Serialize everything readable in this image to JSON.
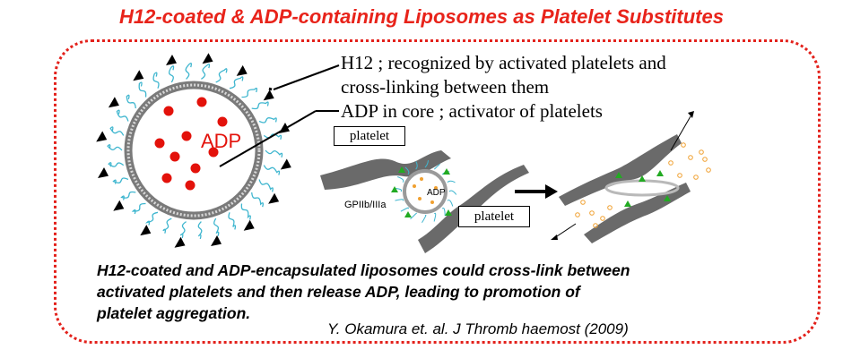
{
  "title": "H12-coated & ADP-containing Liposomes as Platelet Substitutes",
  "labels": {
    "h12_line1": "H12 ; recognized by activated platelets and",
    "h12_line2": "cross-linking between them",
    "adp_core": "ADP in core ; activator of platelets",
    "liposome_core": "ADP",
    "small_core": "ADP",
    "platelet_top": "platelet",
    "platelet_bottom": "platelet",
    "receptor": "GPIIb/IIIa"
  },
  "caption": {
    "line1": "H12-coated and ADP-encapsulated liposomes could cross-link between",
    "line2": "activated platelets and then release ADP, leading to promotion of",
    "line3": "platelet aggregation."
  },
  "citation": "Y. Okamura et. al. J Thromb haemost (2009)",
  "colors": {
    "title": "#e8231a",
    "frame": "#e3211b",
    "adp_dots": "#e3120b",
    "h12_chains": "#3fb6cf",
    "platelet": "#6a6a6a",
    "receptor": "#22aa22",
    "released_adp": "#f0a030"
  }
}
